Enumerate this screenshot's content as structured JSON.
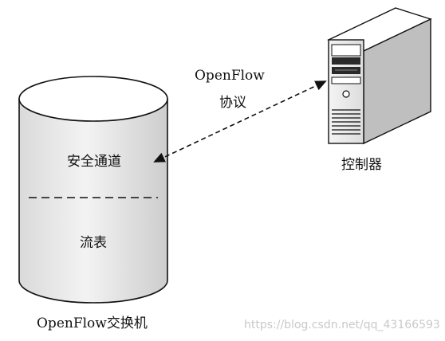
{
  "protocol": {
    "name": "OpenFlow",
    "word": "协议"
  },
  "switch": {
    "secure_channel": "安全通道",
    "flow_table": "流表",
    "caption": "OpenFlow交换机"
  },
  "controller": {
    "caption": "控制器",
    "icon": "server-tower-icon"
  },
  "watermark": "https://blog.csdn.net/qq_43166593"
}
